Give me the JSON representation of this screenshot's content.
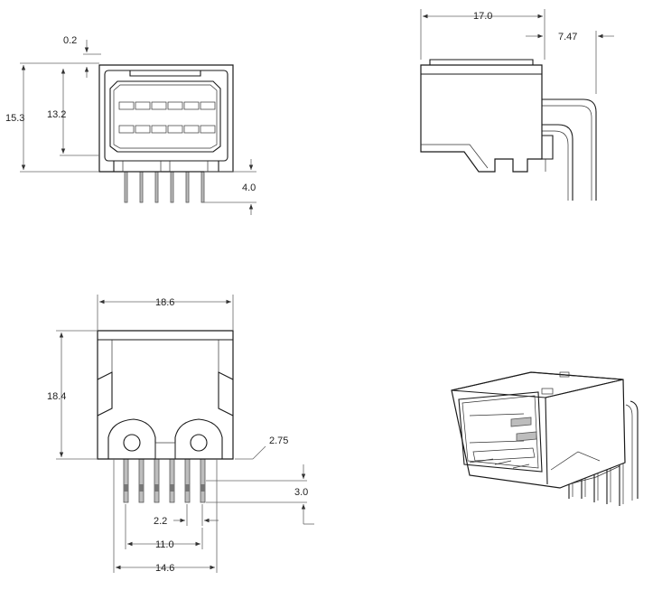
{
  "dimensions": {
    "front_top_gap": "0.2",
    "front_total_height": "15.3",
    "front_body_height": "13.2",
    "front_pin_length": "4.0",
    "side_depth": "17.0",
    "side_pin_offset": "7.47",
    "bottom_width": "18.6",
    "bottom_height": "18.4",
    "bottom_pin_setback": "2.75",
    "bottom_pin_pitch": "2.2",
    "bottom_pin_span_inner": "11.0",
    "bottom_pin_span_outer": "14.6",
    "bottom_pin_length": "3.0"
  }
}
